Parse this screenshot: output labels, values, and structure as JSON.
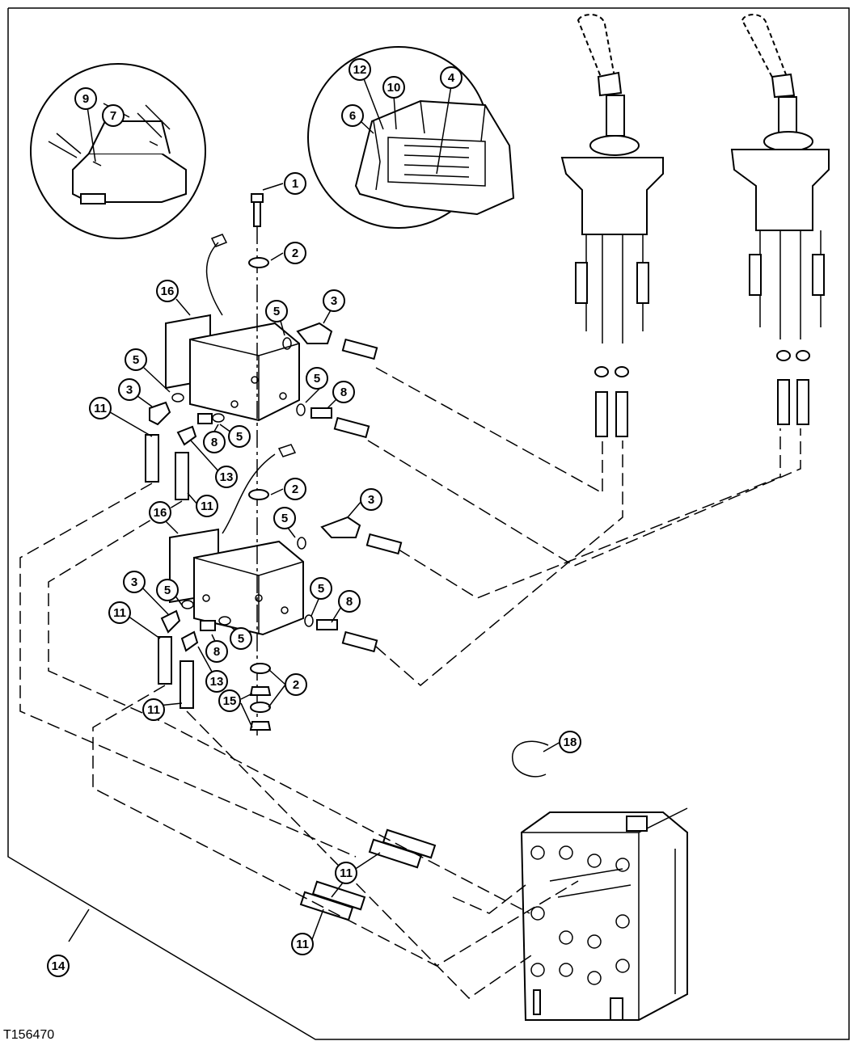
{
  "figure_id": "T156470",
  "callouts": [
    "1",
    "2",
    "3",
    "4",
    "5",
    "6",
    "7",
    "8",
    "9",
    "10",
    "11",
    "12",
    "13",
    "14",
    "15",
    "16",
    "18"
  ]
}
